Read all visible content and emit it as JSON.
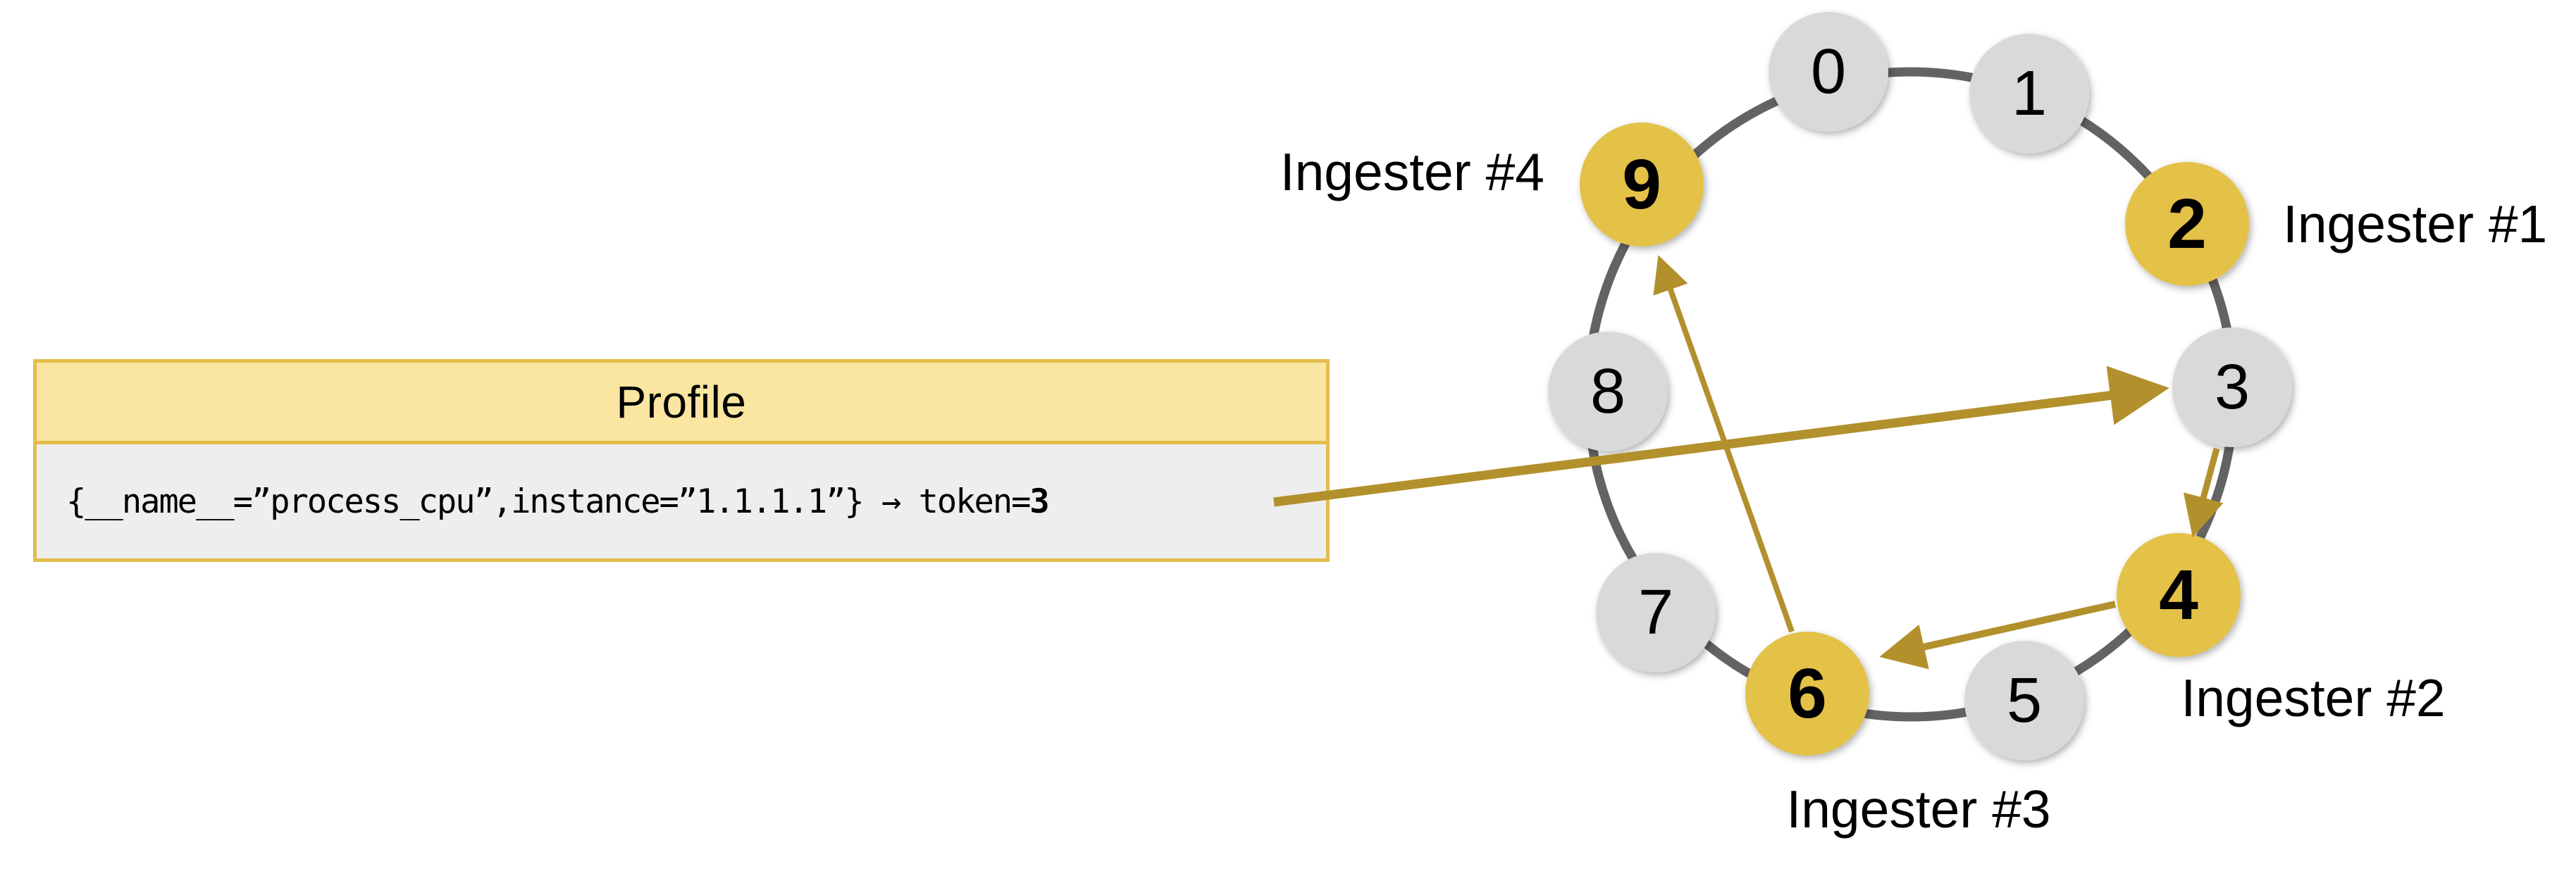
{
  "colors": {
    "node_highlight": "#E4C147",
    "node_normal": "#D9D9D9",
    "ring_stroke": "#636363",
    "arrow": "#B2902C",
    "box_border": "#E3BD4B",
    "box_header_bg": "#FAE5A1",
    "box_body_bg": "#EEEEEE"
  },
  "profile": {
    "title": "Profile",
    "selector_prefix": "{__name__=”process_cpu”,instance=”1.1.1.1”} → token=",
    "token_value": "3"
  },
  "ring": {
    "nodes": [
      {
        "value": "0",
        "state": "normal"
      },
      {
        "value": "1",
        "state": "normal"
      },
      {
        "value": "2",
        "state": "highlighted",
        "ingester": "Ingester #1"
      },
      {
        "value": "3",
        "state": "normal"
      },
      {
        "value": "4",
        "state": "highlighted",
        "ingester": "Ingester #2"
      },
      {
        "value": "5",
        "state": "normal"
      },
      {
        "value": "6",
        "state": "highlighted",
        "ingester": "Ingester #3"
      },
      {
        "value": "7",
        "state": "normal"
      },
      {
        "value": "8",
        "state": "normal"
      },
      {
        "value": "9",
        "state": "highlighted",
        "ingester": "Ingester #4"
      }
    ]
  }
}
